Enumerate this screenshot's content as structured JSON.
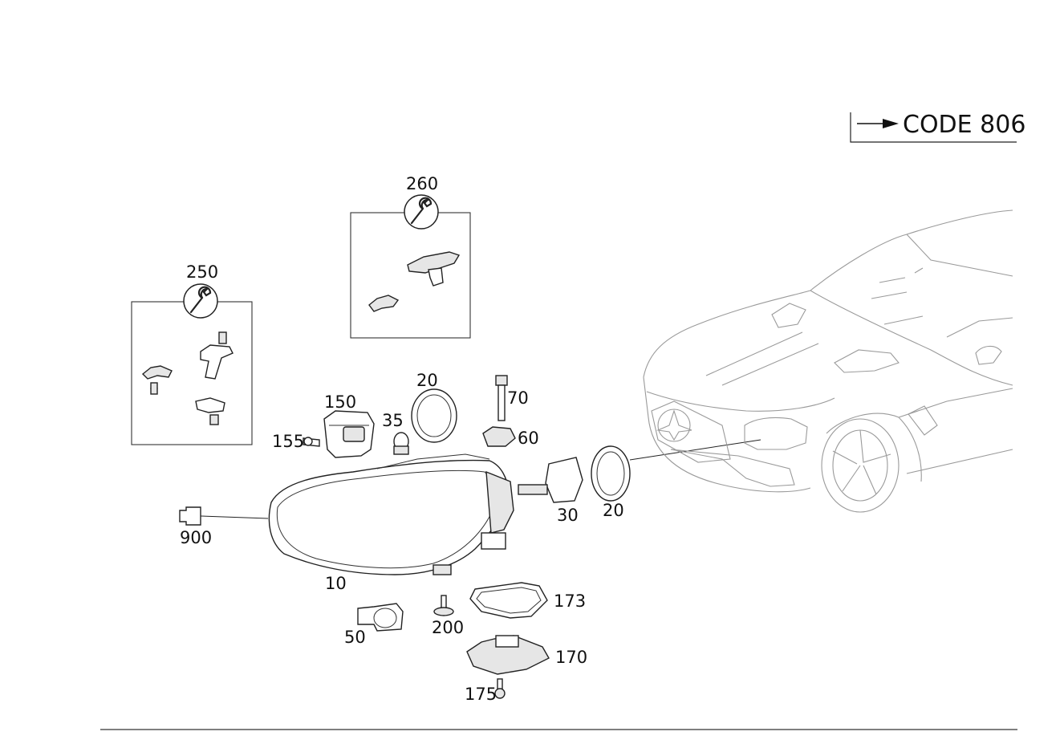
{
  "code_tag": {
    "text": "CODE 806"
  },
  "callouts": [
    {
      "id": "250",
      "text": "250"
    },
    {
      "id": "260",
      "text": "260"
    },
    {
      "id": "150",
      "text": "150"
    },
    {
      "id": "155",
      "text": "155"
    },
    {
      "id": "35",
      "text": "35"
    },
    {
      "id": "20a",
      "text": "20"
    },
    {
      "id": "70",
      "text": "70"
    },
    {
      "id": "60",
      "text": "60"
    },
    {
      "id": "30",
      "text": "30"
    },
    {
      "id": "20b",
      "text": "20"
    },
    {
      "id": "900",
      "text": "900"
    },
    {
      "id": "10",
      "text": "10"
    },
    {
      "id": "50",
      "text": "50"
    },
    {
      "id": "200",
      "text": "200"
    },
    {
      "id": "173",
      "text": "173"
    },
    {
      "id": "170",
      "text": "170"
    },
    {
      "id": "175",
      "text": "175"
    }
  ],
  "icons": {
    "kit_250": "wrench-icon",
    "kit_260": "wrench-icon",
    "code_arrow": "arrow-right-icon"
  },
  "colors": {
    "ink": "#111111",
    "car_outline": "#9a9a9a"
  }
}
